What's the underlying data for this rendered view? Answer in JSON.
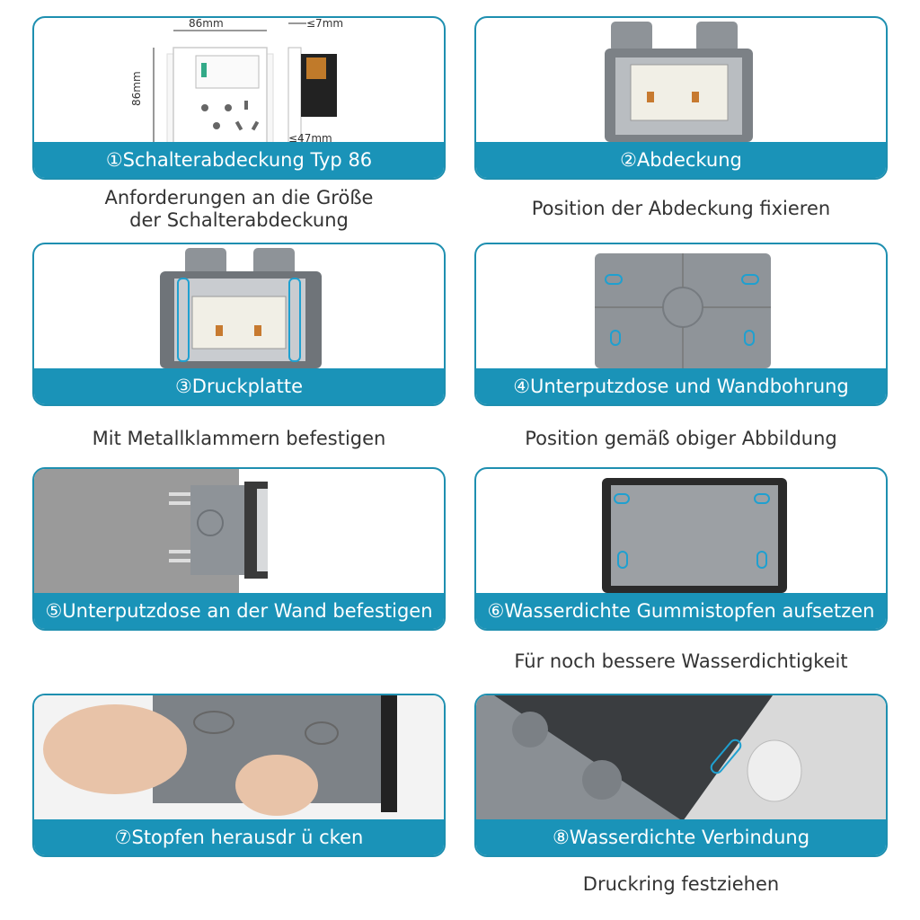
{
  "steps": [
    {
      "label": "①Schalterabdeckung Typ 86",
      "caption": [
        "Anforderungen an die Größe",
        "der Schalterabdeckung"
      ],
      "dims": {
        "width": "86mm",
        "height": "86mm",
        "depth": "≤7mm",
        "box": "≤47mm"
      }
    },
    {
      "label": "②Abdeckung",
      "caption": [
        "Position der Abdeckung fixieren"
      ]
    },
    {
      "label": "③Druckplatte",
      "caption": [
        "Mit Metallklammern befestigen"
      ]
    },
    {
      "label": "④Unterputzdose und Wandbohrung",
      "caption": [
        "Position gemäß obiger Abbildung"
      ]
    },
    {
      "label": "⑤Unterputzdose an der Wand befestigen",
      "caption": []
    },
    {
      "label": "⑥Wasserdichte Gummistopfen aufsetzen",
      "caption": [
        "Für noch bessere Wasserdichtigkeit"
      ]
    },
    {
      "label": "⑦Stopfen herausdr ü cken",
      "caption": []
    },
    {
      "label": "⑧Wasserdichte Verbindung",
      "caption": [
        "Druckring festziehen"
      ]
    }
  ],
  "colors": {
    "accent": "#1a93b8",
    "box_gray": "#8a8f94",
    "highlight": "#1fa0d0"
  }
}
